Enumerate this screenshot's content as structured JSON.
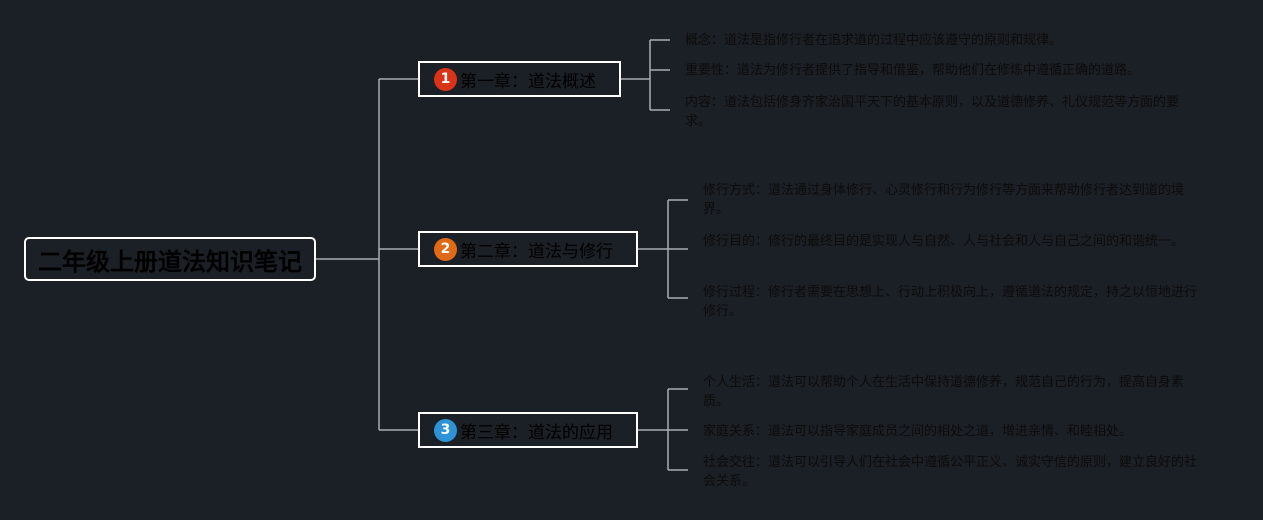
{
  "root": {
    "title": "二年级上册道法知识笔记"
  },
  "chapters": [
    {
      "badge": "1",
      "badge_color": "#d93418",
      "title": "第一章：道法概述",
      "items": [
        "概念：道法是指修行者在追求道的过程中应该遵守的原则和规律。",
        "重要性：道法为修行者提供了指导和借鉴，帮助他们在修炼中遵循正确的道路。",
        "内容：道法包括修身齐家治国平天下的基本原则，以及道德修养、礼仪规范等方面的要求。"
      ]
    },
    {
      "badge": "2",
      "badge_color": "#e06a17",
      "title": "第二章：道法与修行",
      "items": [
        "修行方式：道法通过身体修行、心灵修行和行为修行等方面来帮助修行者达到道的境界。",
        "修行目的：修行的最终目的是实现人与自然、人与社会和人与自己之间的和谐统一。",
        "修行过程：修行者需要在思想上、行动上积极向上，遵循道法的规定，持之以恒地进行修行。"
      ]
    },
    {
      "badge": "3",
      "badge_color": "#2e93d6",
      "title": "第三章：道法的应用",
      "items": [
        "个人生活：道法可以帮助个人在生活中保持道德修养，规范自己的行为，提高自身素质。",
        "家庭关系：道法可以指导家庭成员之间的相处之道，增进亲情、和睦相处。",
        "社会交往：道法可以引导人们在社会中遵循公平正义、诚实守信的原则，建立良好的社会关系。"
      ]
    }
  ]
}
